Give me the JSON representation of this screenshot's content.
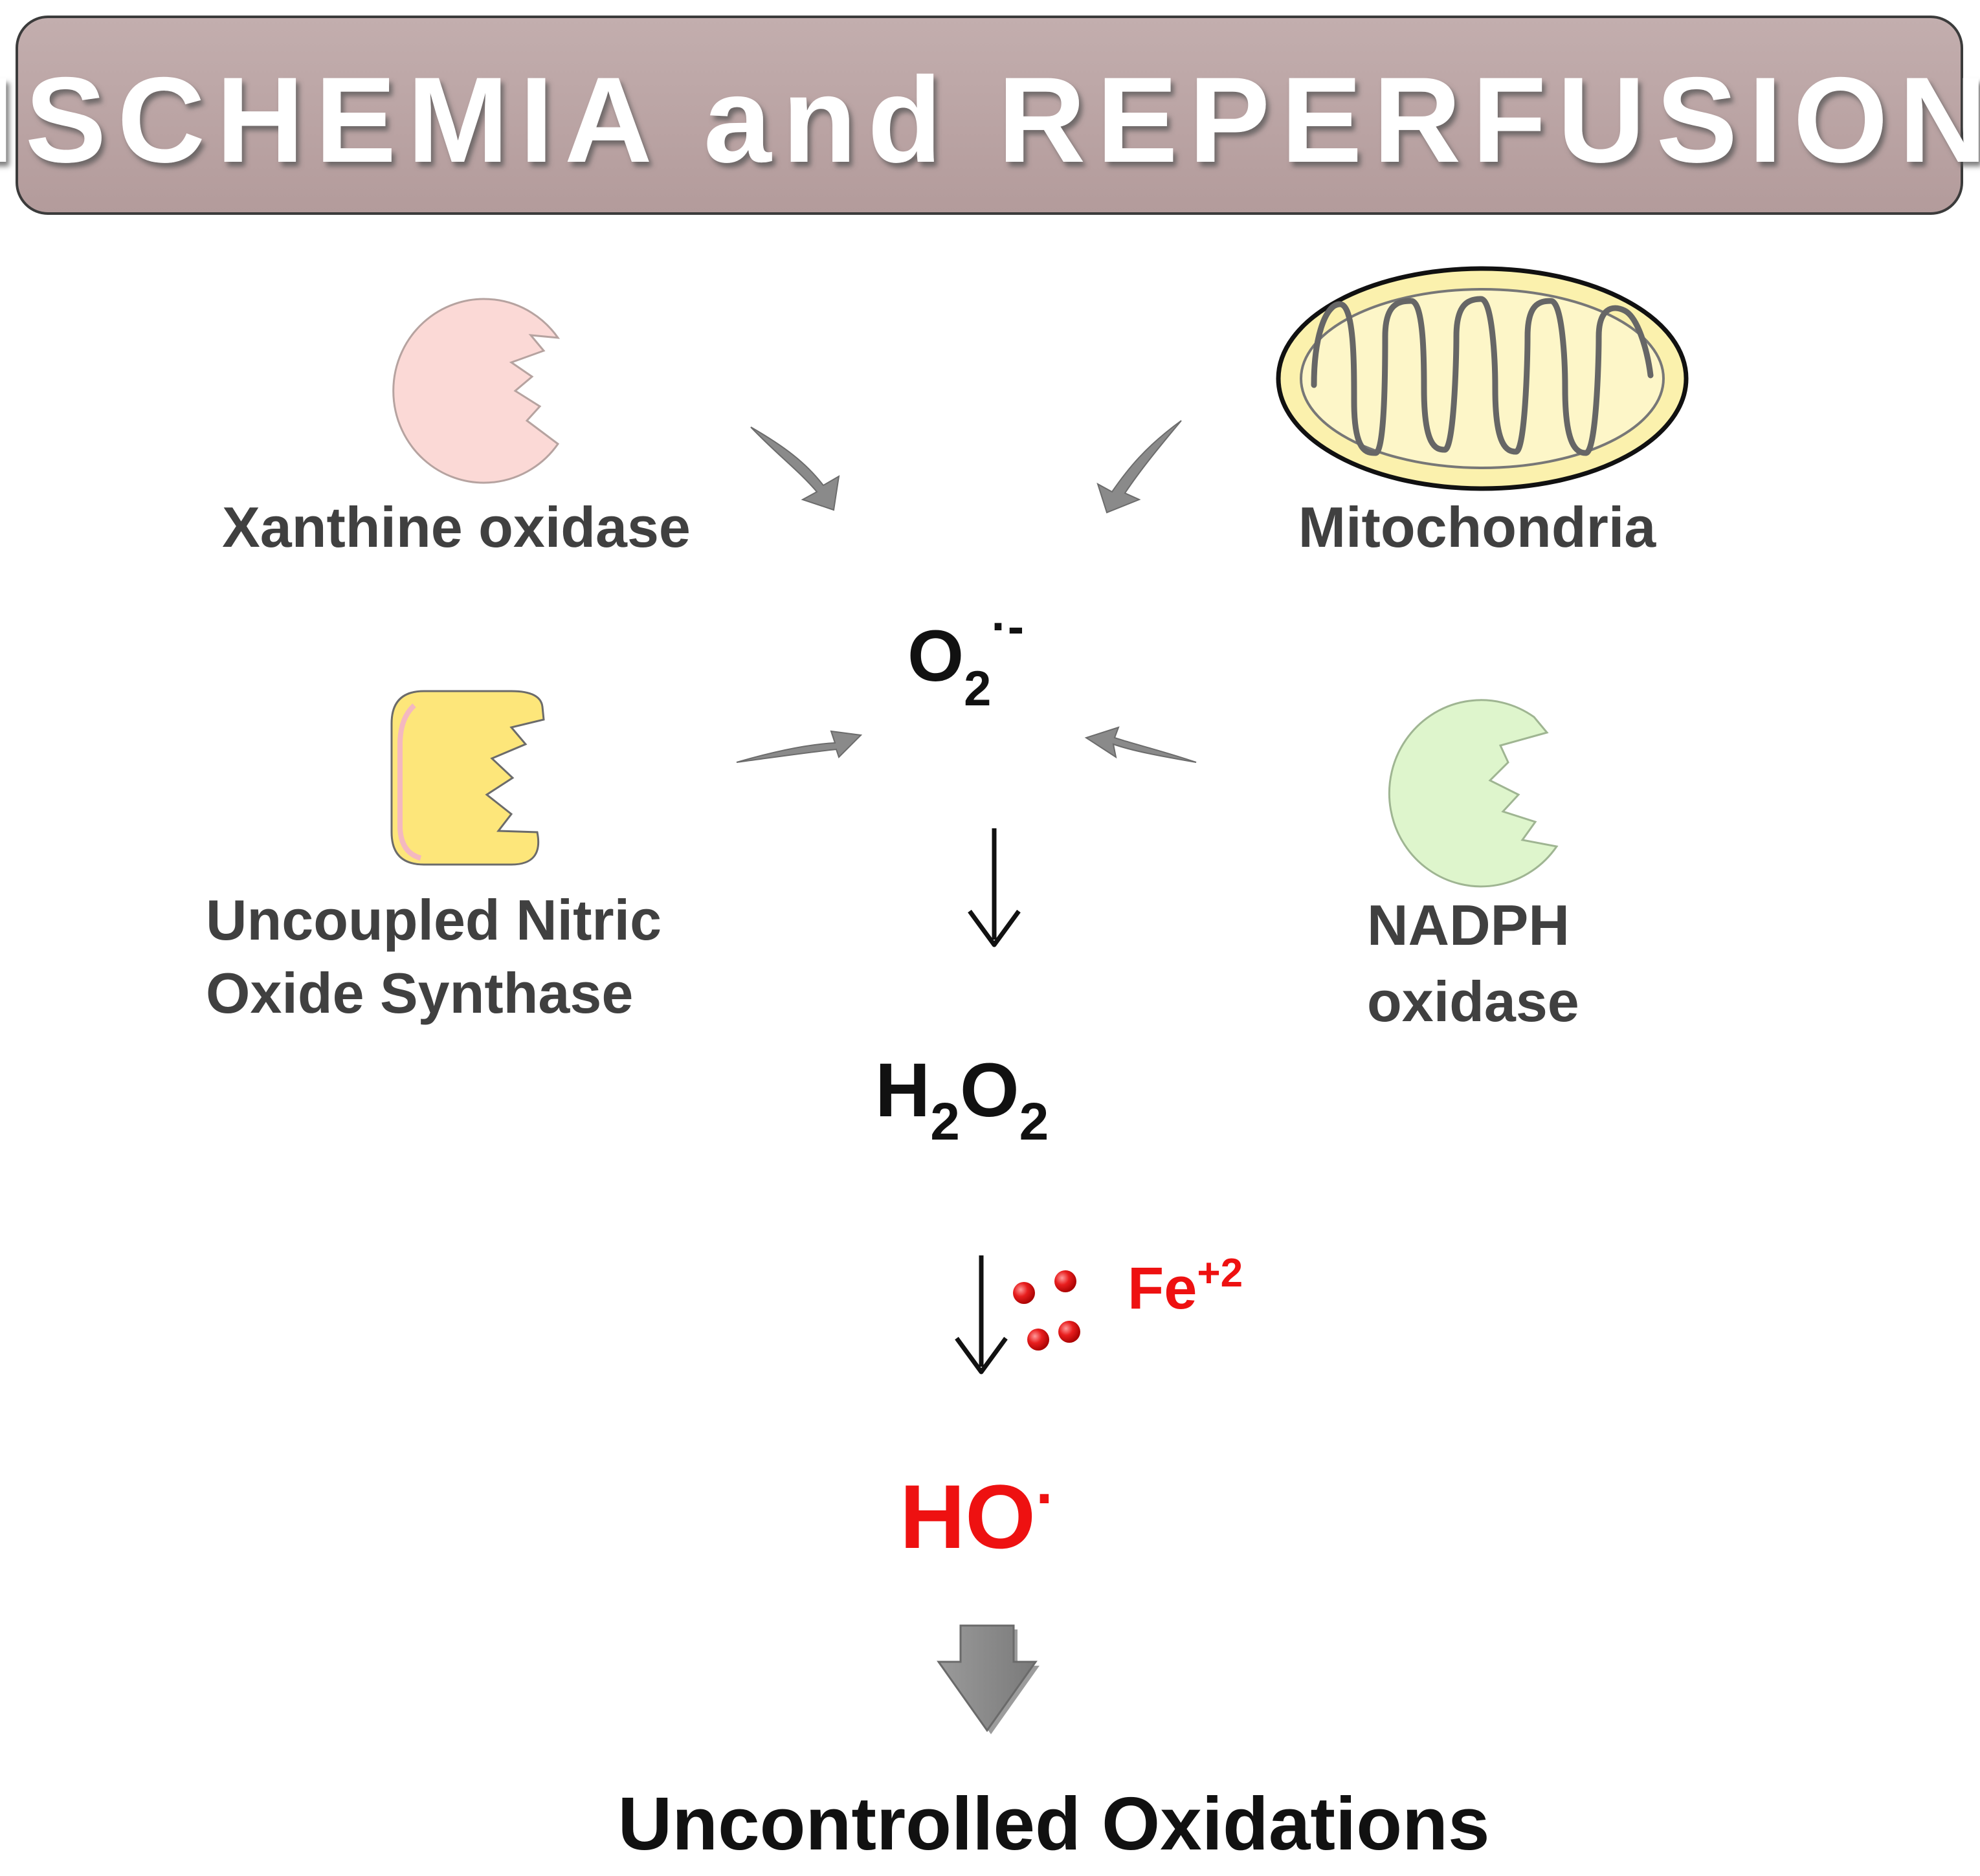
{
  "title": "ISCHEMIA and REPERFUSION",
  "sources": {
    "xanthine_oxidase": "Xanthine oxidase",
    "mitochondria": "Mitochondria",
    "nos_line1": "Uncoupled Nitric",
    "nos_line2": "Oxide Synthase",
    "nadph_line1": "NADPH",
    "nadph_line2": "oxidase"
  },
  "species": {
    "superoxide": {
      "base": "O",
      "sub": "2",
      "sup": "·-"
    },
    "peroxide": {
      "h": "H",
      "sub1": "2",
      "o": "O",
      "sub2": "2"
    },
    "iron": {
      "base": "Fe",
      "sup": "+2"
    },
    "hydroxyl": {
      "base": "HO",
      "sup": "·"
    }
  },
  "outcome": "Uncontrolled Oxidations",
  "colors": {
    "banner_fill": "#bca6a6",
    "banner_stroke": "#3b3b3b",
    "label_gray": "#404040",
    "black": "#111111",
    "red": "#ee1111",
    "arrow_gray": "#8a8a8a",
    "xanthine_fill": "#fbd9d6",
    "nos_fill": "#fde67a",
    "nadph_fill": "#def5cc",
    "mito_fill": "#fbf1ad"
  }
}
